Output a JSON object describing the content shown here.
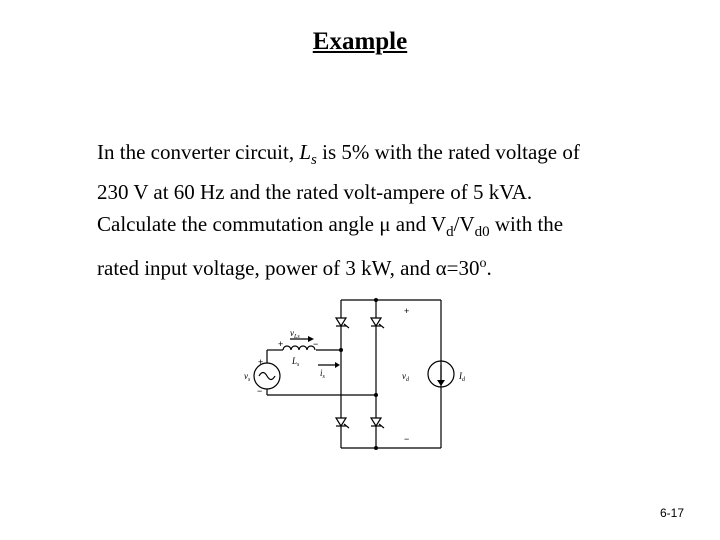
{
  "slide": {
    "title": "Example",
    "page_number": "6-17"
  },
  "problem": {
    "l1": {
      "a": "In the converter circuit, ",
      "b": "L",
      "c": "s",
      "d": " is 5% with the rated voltage of"
    },
    "l2": "230 V at 60 Hz and the rated volt-ampere of 5 kVA.",
    "l3": {
      "a": "Calculate the commutation angle ",
      "b": "μ",
      "c": " and V",
      "d": "d",
      "e": "/V",
      "f": "d0",
      "g": " with the"
    },
    "l4": {
      "a": "rated input voltage, power of 3 kW, and ",
      "b": "α",
      "c": "=30",
      "d": "o",
      "e": "."
    }
  },
  "circuit": {
    "labels": {
      "vs": "v",
      "vs_sub": "s",
      "vL": "v",
      "vL_sub": "Ls",
      "Ls": "L",
      "Ls_sub": "s",
      "is": "i",
      "is_sub": "s",
      "vd": "v",
      "vd_sub": "d",
      "Id": "I",
      "Id_sub": "d",
      "plus": "+",
      "minus": "−"
    }
  }
}
